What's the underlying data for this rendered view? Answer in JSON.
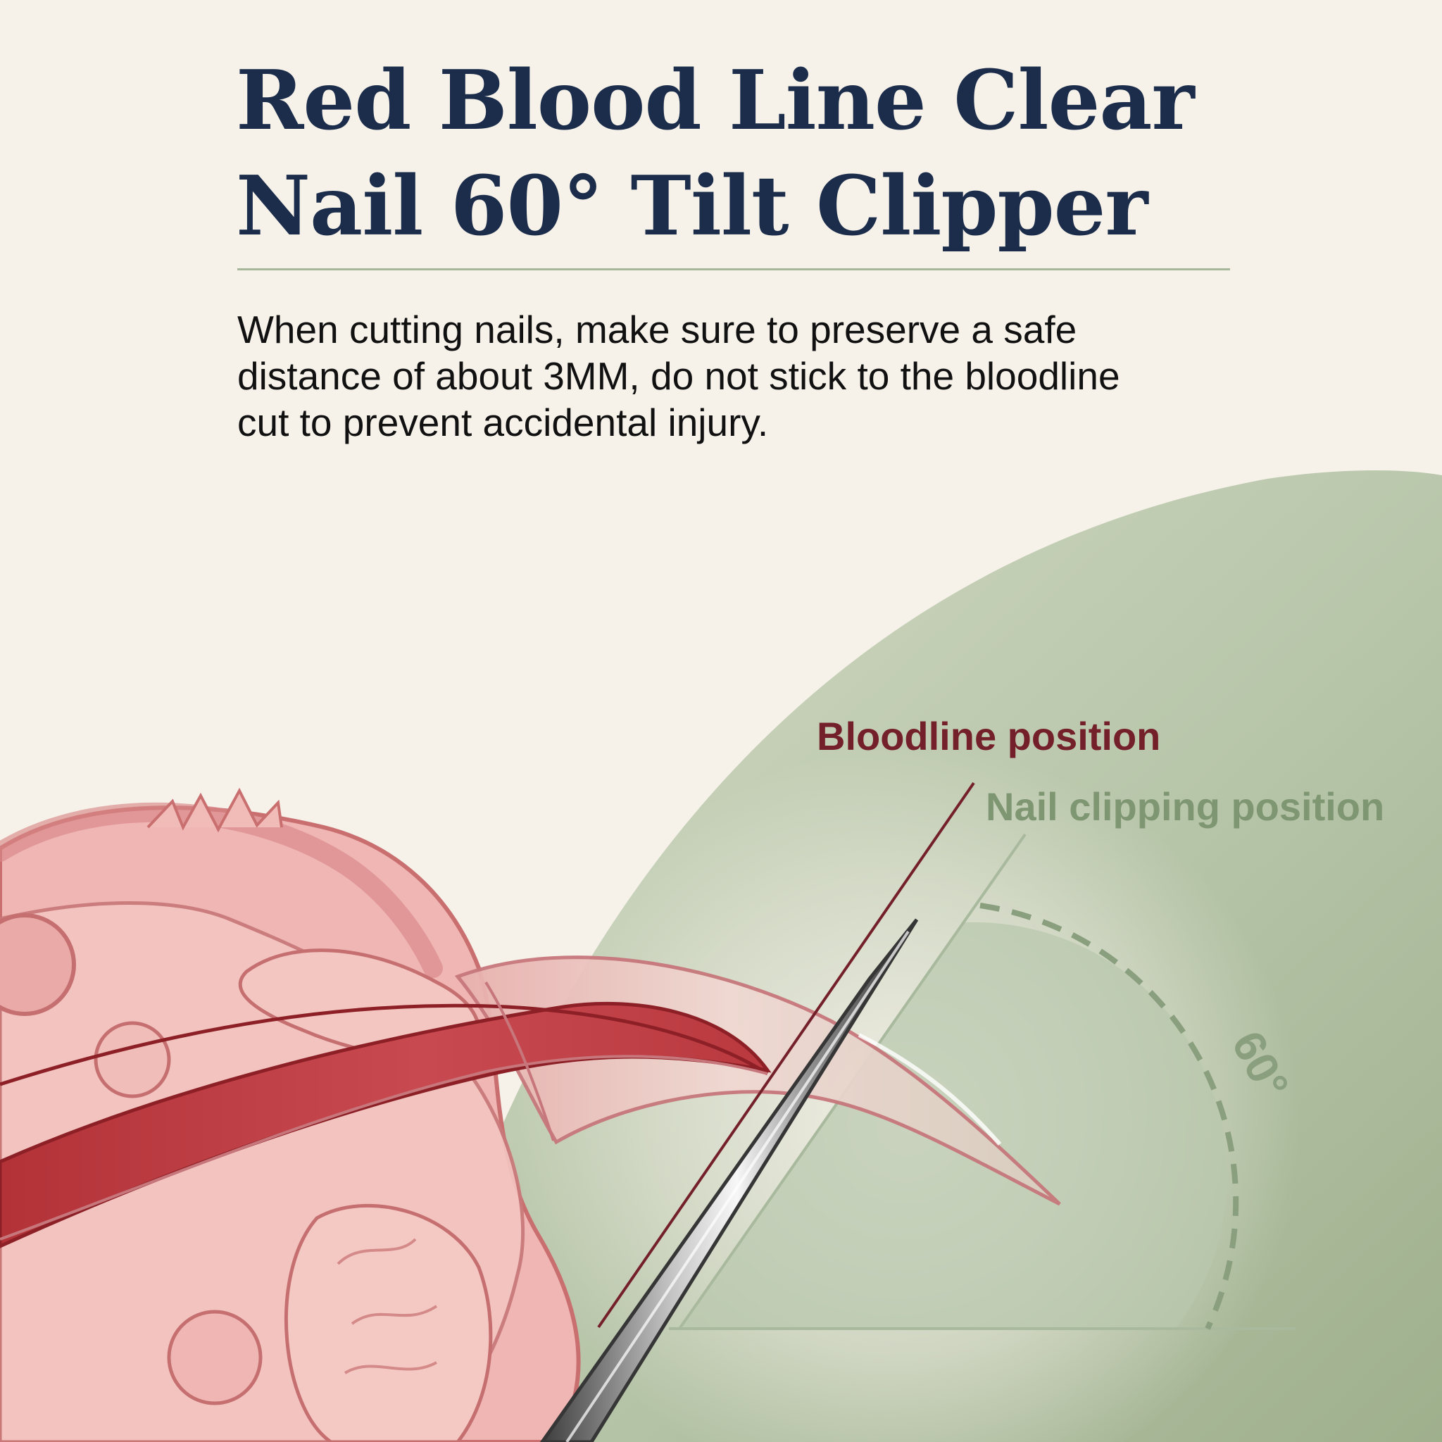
{
  "title_lines": [
    "Red Blood Line Clear",
    "Nail 60° Tilt Clipper"
  ],
  "description_lines": [
    "When cutting nails, make sure to preserve a safe",
    "distance of about 3MM, do not stick to the bloodline",
    "cut to prevent accidental injury."
  ],
  "labels": {
    "bloodline": "Bloodline position",
    "clipping": "Nail clipping position",
    "angle": "60°"
  },
  "colors": {
    "background": "#f6f2ea",
    "title": "#1b2d4b",
    "bloodline_label": "#74202a",
    "clipping_label": "#7f9672",
    "protractor": "#b9c8ad",
    "clipping_marker": "#a8b99d"
  },
  "icons": {
    "paw": "paw-anatomy-illustration",
    "clipper": "clipper-blade-icon",
    "protractor": "protractor-angle-icon"
  }
}
